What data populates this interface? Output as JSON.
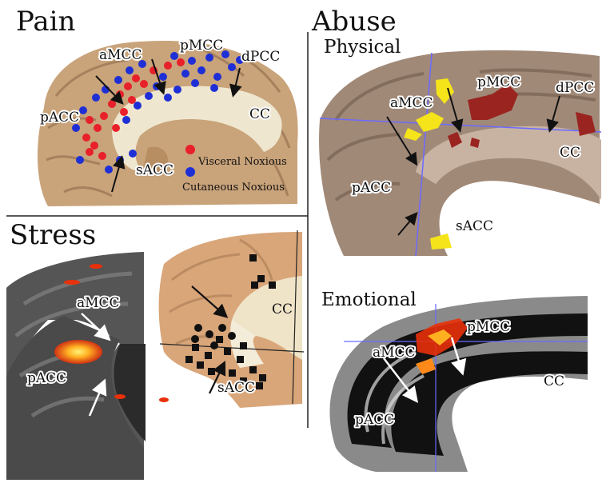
{
  "titles": {
    "pain": "Pain",
    "abuse": "Abuse",
    "stress": "Stress",
    "physical": "Physical",
    "emotional": "Emotional"
  },
  "labels": {
    "aMCC": "aMCC",
    "pMCC": "pMCC",
    "dPCC": "dPCC",
    "pACC": "pACC",
    "sACC": "sACC",
    "CC": "CC"
  },
  "legend": {
    "visceral": "Visceral Noxious",
    "cutaneous": "Cutaneous Noxious"
  },
  "colors": {
    "visceral": "#e8202a",
    "cutaneous": "#1f2fd6",
    "activation": "#ff5a1a",
    "activation_hot": "#ffe02a",
    "crosshair": "#6a6aff"
  }
}
